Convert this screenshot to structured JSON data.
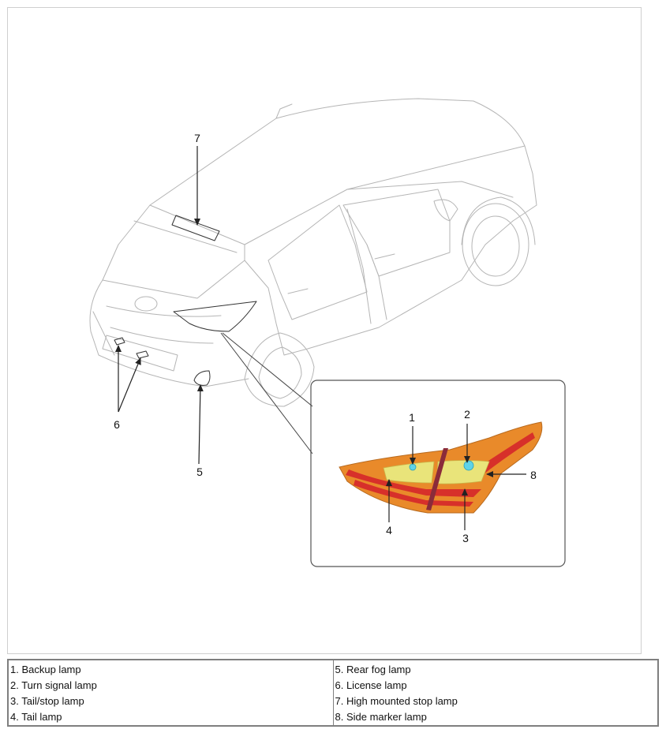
{
  "callouts": [
    "1",
    "2",
    "3",
    "4",
    "5",
    "6",
    "7",
    "8"
  ],
  "legend": {
    "left": [
      "1. Backup lamp",
      "2. Turn signal lamp",
      "3. Tail/stop lamp",
      "4. Tail lamp"
    ],
    "right": [
      "5. Rear fog lamp",
      "6. License lamp",
      "7. High mounted stop lamp",
      "8. Side marker lamp"
    ]
  },
  "colors": {
    "lamp_shell": "#e98a2a",
    "lamp_red": "#d7302a",
    "lamp_lens_yellow": "#e9e47a",
    "bulb_cyan": "#5fd3e8",
    "line_drawing": "#b5b5b5",
    "leader": "#222222"
  }
}
